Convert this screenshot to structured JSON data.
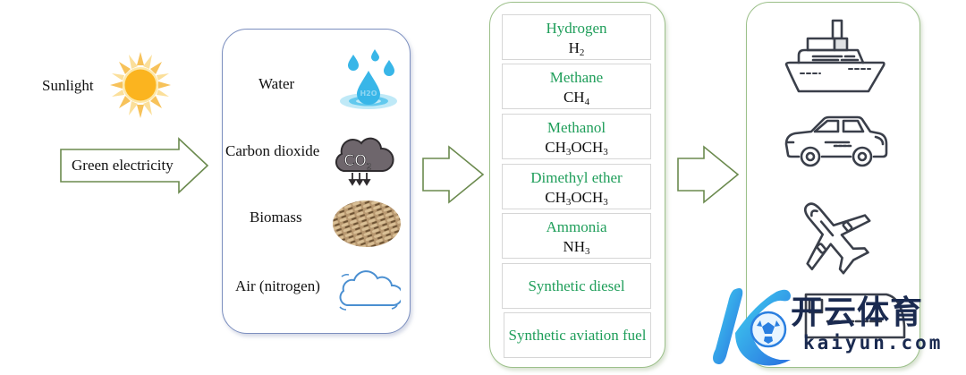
{
  "source": {
    "label": "Sunlight",
    "icon": "sun-icon"
  },
  "energy": {
    "label": "Green electricity",
    "icon": "right-arrow"
  },
  "inputs": [
    {
      "label": "Water",
      "icon": "water-drops-icon",
      "icon_text": "H2O"
    },
    {
      "label": "Carbon dioxide",
      "icon": "co2-cloud-icon",
      "icon_text": "CO2"
    },
    {
      "label": "Biomass",
      "icon": "biomass-pellets-icon"
    },
    {
      "label": "Air (nitrogen)",
      "icon": "cloud-icon"
    }
  ],
  "fuels": [
    {
      "name": "Hydrogen",
      "formula": [
        [
          "H",
          ""
        ],
        [
          "",
          "2"
        ]
      ]
    },
    {
      "name": "Methane",
      "formula": [
        [
          "CH",
          ""
        ],
        [
          "",
          "4"
        ]
      ]
    },
    {
      "name": "Methanol",
      "formula": [
        [
          "CH",
          ""
        ],
        [
          "",
          "3"
        ],
        [
          "OCH",
          ""
        ],
        [
          "",
          "3"
        ]
      ]
    },
    {
      "name": "Dimethyl ether",
      "formula": [
        [
          "CH",
          ""
        ],
        [
          "",
          "3"
        ],
        [
          "OCH",
          ""
        ],
        [
          "",
          "3"
        ]
      ]
    },
    {
      "name": "Ammonia",
      "formula": [
        [
          "NH",
          ""
        ],
        [
          "",
          "3"
        ]
      ]
    },
    {
      "name": "Synthetic diesel",
      "formula": []
    },
    {
      "name": "Synthetic aviation fuel",
      "formula": []
    }
  ],
  "transport": [
    {
      "icon": "ship-icon"
    },
    {
      "icon": "car-icon"
    },
    {
      "icon": "airplane-icon"
    },
    {
      "icon": "train-icon"
    }
  ],
  "watermark": {
    "chinese": "开云体育",
    "english": "kaiyun.com"
  },
  "colors": {
    "fuel_name": "#1f9e5a",
    "input_box_border": "#7c8fbf",
    "green_border": "#9cc08a",
    "arrow_stroke": "#6b8a4e",
    "icon_stroke": "#3a3f4a"
  }
}
